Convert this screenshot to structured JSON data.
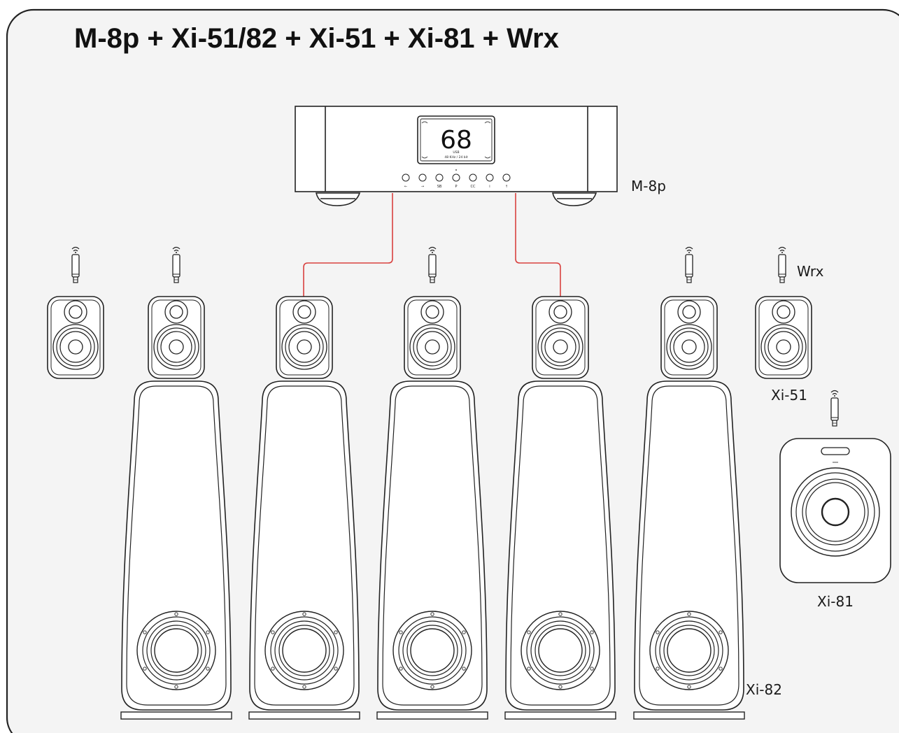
{
  "title": "M-8p + Xi-51/82 + Xi-51 + Xi-81 + Wrx",
  "amplifier": {
    "name": "M-8p",
    "display_main": "68",
    "display_unit": "USB",
    "display_sub": "48 KHz / 24 bit",
    "buttons": [
      "←",
      "→",
      "SB",
      "P",
      "CC",
      "i",
      "↑"
    ]
  },
  "labels": {
    "wrx": "Wrx",
    "xi51": "Xi-51",
    "xi81": "Xi-81",
    "xi82": "Xi-82"
  },
  "colors": {
    "background": "#f4f4f4",
    "line": "#222222",
    "cable": "#d9413f"
  }
}
